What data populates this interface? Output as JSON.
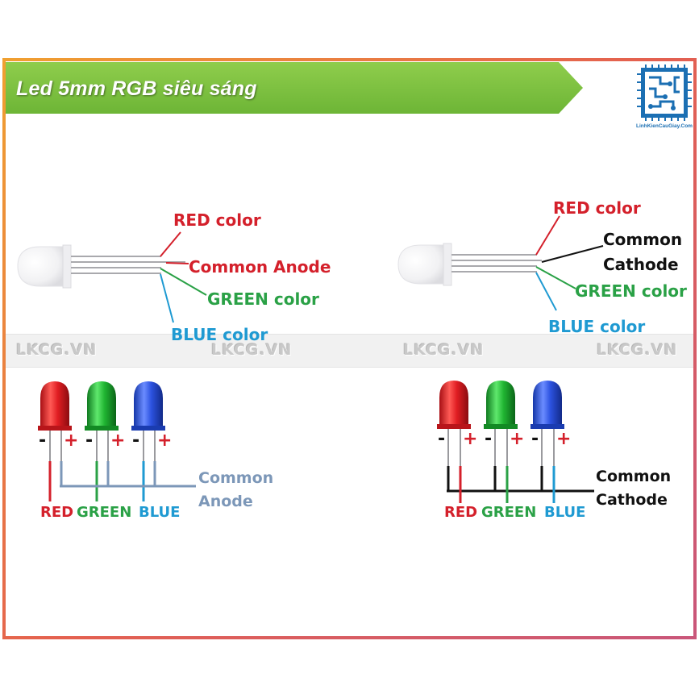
{
  "header": {
    "title": "Led 5mm RGB siêu sáng",
    "logo_text": "LinhKienCauGiay.Com"
  },
  "watermark": [
    "LKCG.VN",
    "LKCG.VN",
    "LKCG.VN",
    "LKCG.VN"
  ],
  "anode_diagram": {
    "red_label": "RED color",
    "common_label": "Common Anode",
    "green_label": "GREEN color",
    "blue_label": "BLUE color"
  },
  "cathode_diagram": {
    "red_label": "RED color",
    "common_label_line1": "Common",
    "common_label_line2": "Cathode",
    "green_label": "GREEN color",
    "blue_label": "BLUE color"
  },
  "anode_schematic": {
    "minus": "-",
    "plus": "+",
    "red": "RED",
    "green": "GREEN",
    "blue": "BLUE",
    "common_line1": "Common",
    "common_line2": "Anode"
  },
  "cathode_schematic": {
    "minus": "-",
    "plus": "+",
    "red": "RED",
    "green": "GREEN",
    "blue": "BLUE",
    "common_line1": "Common",
    "common_line2": "Cathode"
  },
  "colors": {
    "red": "#d4202b",
    "green": "#2aa146",
    "blue": "#1f9ad2",
    "black": "#111111",
    "anode_wire": "#7c97b8",
    "title_bar": "#7dc143",
    "frame": "#e88f3e"
  }
}
